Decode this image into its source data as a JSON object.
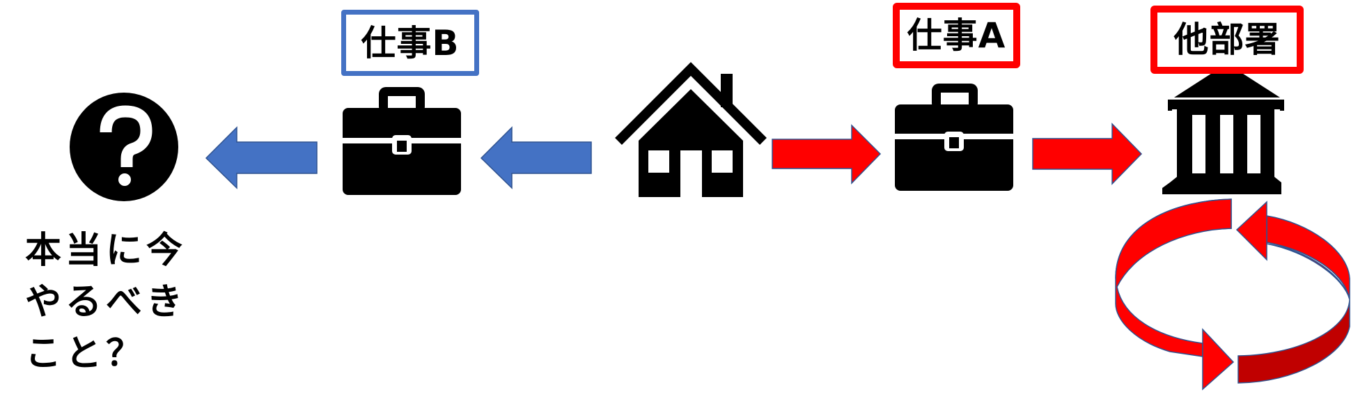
{
  "labels": {
    "job_b": "仕事B",
    "job_a": "仕事A",
    "other_dept": "他部署"
  },
  "question_lines": [
    "本当に今",
    "やるべき",
    "こと？"
  ],
  "colors": {
    "blue": "#4472C4",
    "red": "#FF0000",
    "dark_red": "#C00000",
    "icon": "#000000"
  },
  "icons": [
    "question-circle-icon",
    "briefcase-icon",
    "house-icon",
    "briefcase-icon",
    "government-building-icon",
    "cycle-arrows-icon"
  ]
}
